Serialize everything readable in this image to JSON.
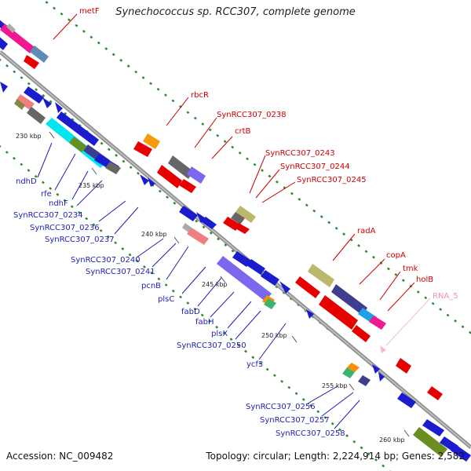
{
  "title": "Synechococcus sp. RCC307, complete genome",
  "footer": {
    "accession": "Accession: NC_009482",
    "summary": "Topology: circular; Length: 2,224,914 bp; Genes: 2,582"
  },
  "colors": {
    "backbone": "#8c8c8c",
    "forward_label": "#cc0000",
    "reverse_label": "#1f1fb0",
    "rna_label": "#f08fc0",
    "tick_marks": "#2e8b2e"
  },
  "ticks": [
    "230 kbp",
    "235 kbp",
    "240 kbp",
    "245 kbp",
    "250 kbp",
    "255 kbp",
    "260 kbp"
  ],
  "upper_labels": [
    "metF",
    "rbcR",
    "SynRCC307_0238",
    "crtB",
    "SynRCC307_0243",
    "SynRCC307_0244",
    "SynRCC307_0245",
    "radA",
    "copA",
    "tmk",
    "holB",
    "RNA_5"
  ],
  "lower_labels": [
    "ndhD",
    "rfe",
    "ndhF",
    "SynRCC307_0234",
    "SynRCC307_0236",
    "SynRCC307_0237",
    "SynRCC307_0240",
    "SynRCC307_0241",
    "pcnB",
    "plsC",
    "fabD",
    "fabH",
    "plsX",
    "SynRCC307_0250",
    "ycf3",
    "SynRCC307_0256",
    "SynRCC307_0257",
    "SynRCC307_0258"
  ]
}
